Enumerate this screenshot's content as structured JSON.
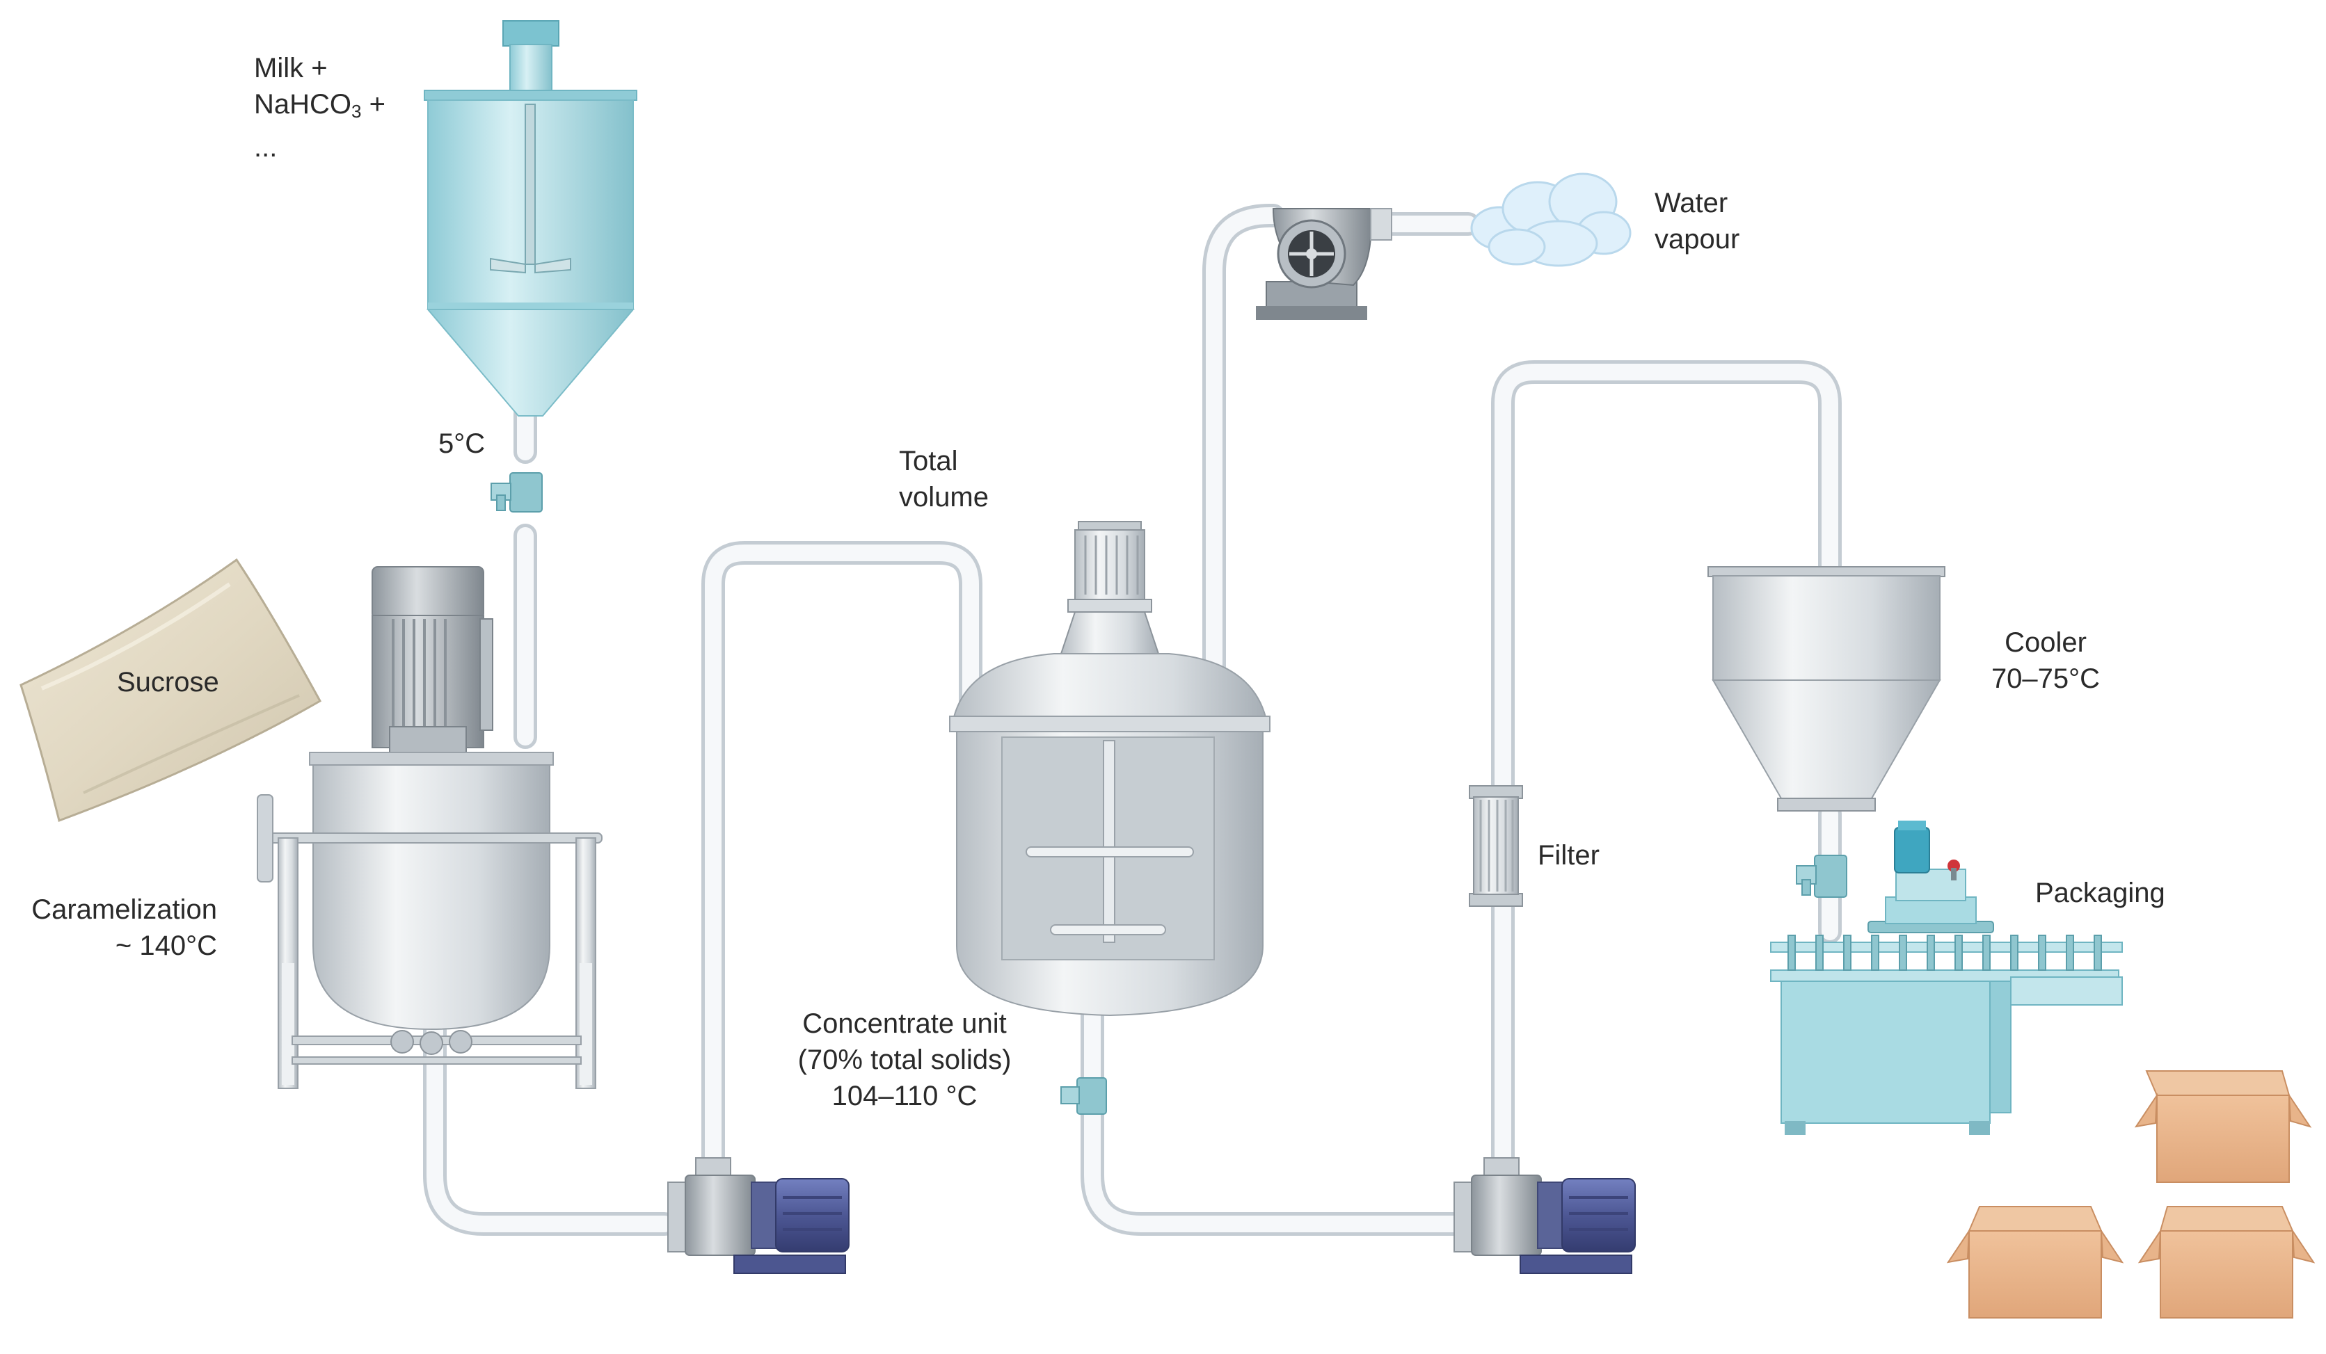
{
  "labels": {
    "milk_line1": "Milk +",
    "milk_line2_prefix": "NaHCO",
    "milk_line2_sub": "3",
    "milk_line2_suffix": " +",
    "milk_line3": "...",
    "temp_5c": "5°C",
    "sucrose": "Sucrose",
    "caramelization_line1": "Caramelization",
    "caramelization_line2": "~ 140°C",
    "total_volume_line1": "Total",
    "total_volume_line2": "volume",
    "concentrate_line1": "Concentrate unit",
    "concentrate_line2": "(70% total solids)",
    "concentrate_line3": "104–110 °C",
    "water_vapour_line1": "Water",
    "water_vapour_line2": "vapour",
    "filter": "Filter",
    "cooler_line1": "Cooler",
    "cooler_line2": "70–75°C",
    "packaging": "Packaging"
  },
  "colors": {
    "pipe": "#f4f6f8",
    "pipe_edge": "#c4ccd3",
    "steel_light": "#eef1f3",
    "steel_dark": "#a9b2b9",
    "tank_blue": "#a9dbe3",
    "motor_blue": "#4f5a96",
    "valve_blue": "#8fc6cf",
    "box": "#e8b48a"
  }
}
